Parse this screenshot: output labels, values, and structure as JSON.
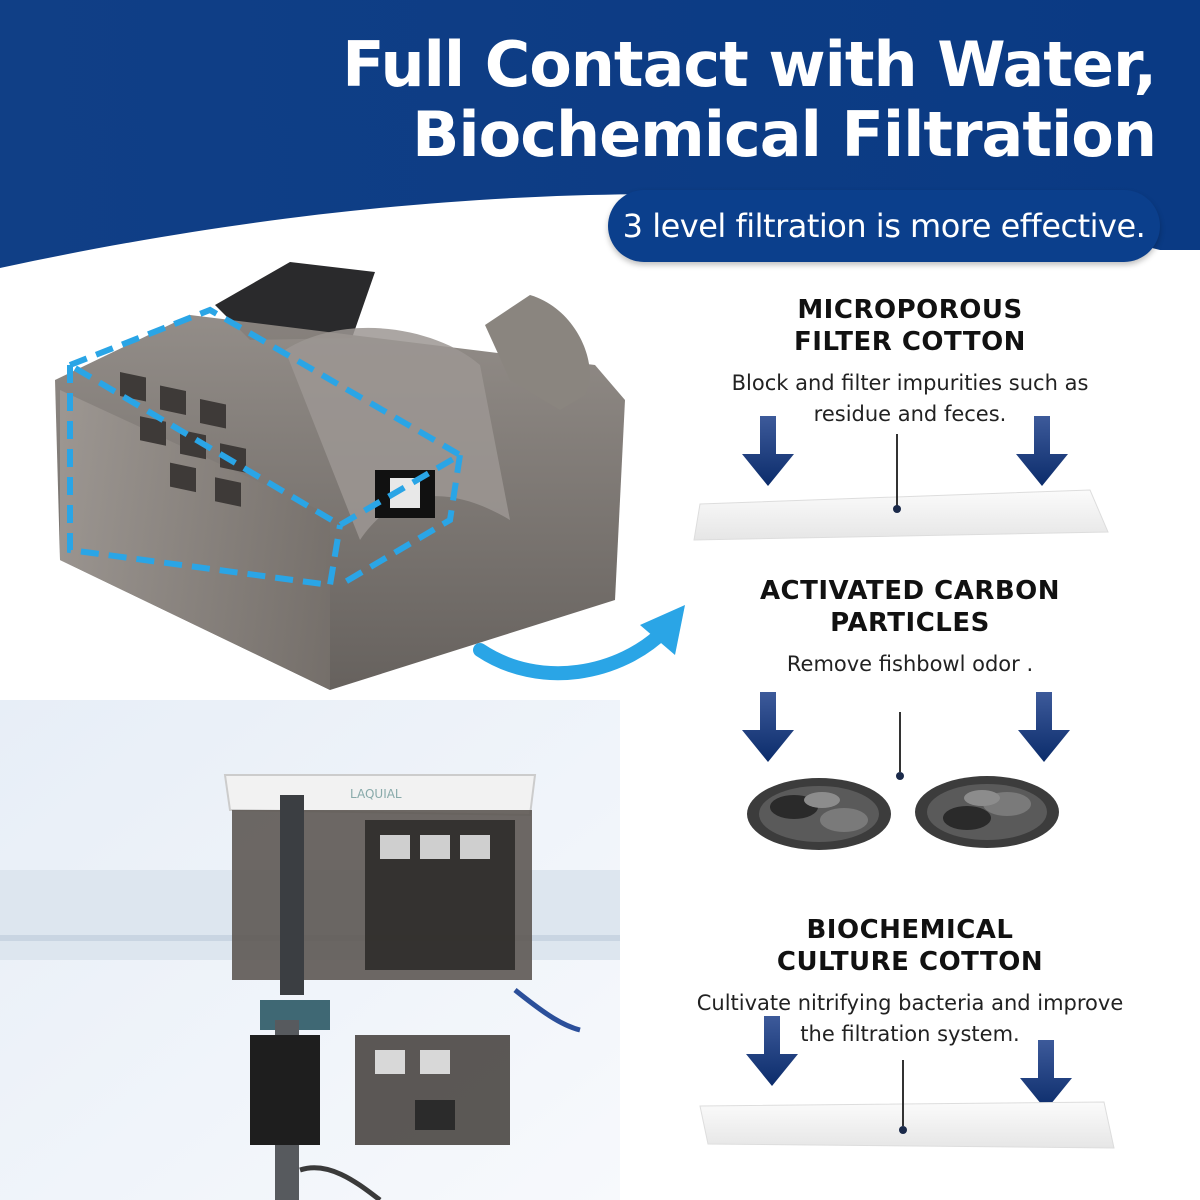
{
  "headline": {
    "line1": "Full Contact with Water,",
    "line2": "Biochemical Filtration"
  },
  "subheadline": "3 level filtration is more effective.",
  "colors": {
    "banner_blue": "#0b3f8c",
    "arrow_blue": "#0d3c86",
    "accent_cyan": "#2aa5e6",
    "text_dark": "#111111"
  },
  "product_label": "LAQUIAL",
  "stages": [
    {
      "title_line1": "MICROPOROUS",
      "title_line2": "FILTER COTTON",
      "desc_line1": "Block and filter impurities such as",
      "desc_line2": "residue and feces.",
      "media_icon": "filter-pad-icon"
    },
    {
      "title_line1": "ACTIVATED CARBON",
      "title_line2": "PARTICLES",
      "desc_line1": "Remove fishbowl odor .",
      "desc_line2": "",
      "media_icon": "carbon-particles-icon"
    },
    {
      "title_line1": "BIOCHEMICAL",
      "title_line2": "CULTURE COTTON",
      "desc_line1": "Cultivate nitrifying bacteria and improve",
      "desc_line2": "the filtration system.",
      "media_icon": "filter-pad-icon"
    }
  ]
}
